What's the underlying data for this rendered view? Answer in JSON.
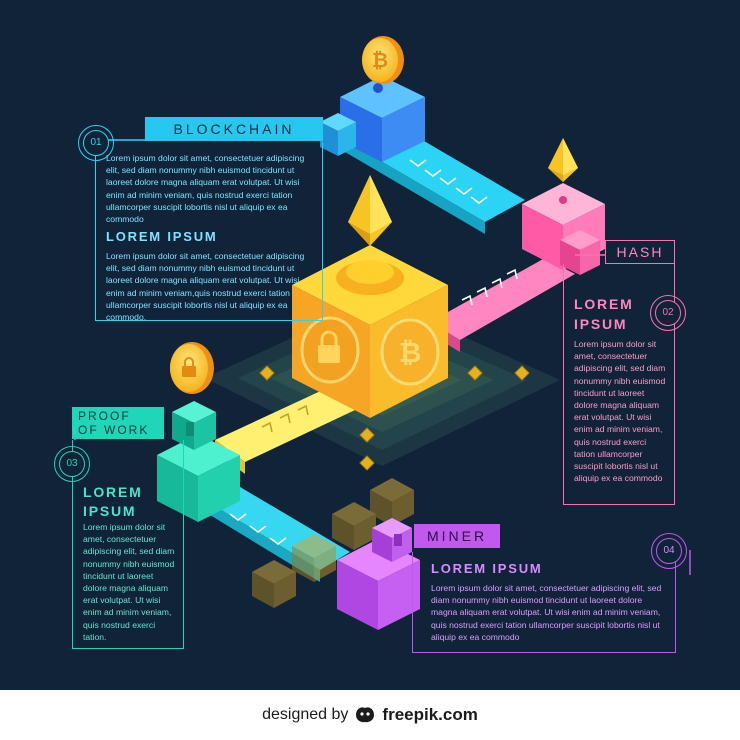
{
  "colors": {
    "background": "#102338",
    "cyan": "#2fd3f2",
    "pink": "#ff6fb1",
    "teal": "#1fd6b8",
    "magenta": "#c259ee",
    "gold": "#f7c523"
  },
  "blockchain": {
    "number": "01",
    "tag": "BLOCKCHAIN",
    "body1": "Lorem ipsum dolor sit amet, consectetuer adipiscing elit, sed diam nonummy nibh euismod tincidunt ut laoreet dolore magna aliquam erat volutpat. Ut wisi enim ad minim veniam, quis nostrud exerci tation ullamcorper suscipit lobortis nisl ut aliquip ex ea commodo",
    "heading": "LOREM IPSUM",
    "body2": "Lorem ipsum dolor sit amet, consectetuer adipiscing elit, sed diam nonummy nibh euismod tincidunt ut laoreet dolore magna aliquam erat volutpat. Ut wisi enim ad minim veniam,quis nostrud exerci tation ullamcorper suscipit lobortis nisl ut aliquip ex ea commodo."
  },
  "hash": {
    "number": "02",
    "tag": "HASH",
    "heading": "LOREM\nIPSUM",
    "body": "Lorem ipsum dolor sit amet, consectetuer adipiscing elit, sed diam nonummy nibh euismod tincidunt ut laoreet dolore magna aliquam erat volutpat. Ut wisi enim ad minim veniam, quis nostrud exerci tation ullamcorper suscipit lobortis nisl ut aliquip ex ea commodo"
  },
  "proof_of_work": {
    "number": "03",
    "tag": "PROOF\nOF WORK",
    "heading": "LOREM\nIPSUM",
    "body": "Lorem ipsum dolor sit amet, consectetuer adipiscing elit, sed diam nonummy nibh euismod tincidunt ut laoreet dolore magna aliquam erat volutpat. Ut wisi enim ad minim veniam, quis nostrud exerci tation."
  },
  "miner": {
    "number": "04",
    "tag": "MINER",
    "heading": "LOREM IPSUM",
    "body": "Lorem ipsum dolor sit amet, consectetuer adipiscing elit, sed diam nonummy nibh euismod tincidunt ut laoreet dolore magna aliquam erat volutpat. Ut wisi enim ad minim veniam, quis nostrud exerci tation ullamcorper suscipit lobortis nisl ut aliquip ex ea commodo"
  },
  "footer": {
    "designed_by": "designed by",
    "brand": "freepik.com",
    "logo_icon": "freepik-logo-icon"
  }
}
